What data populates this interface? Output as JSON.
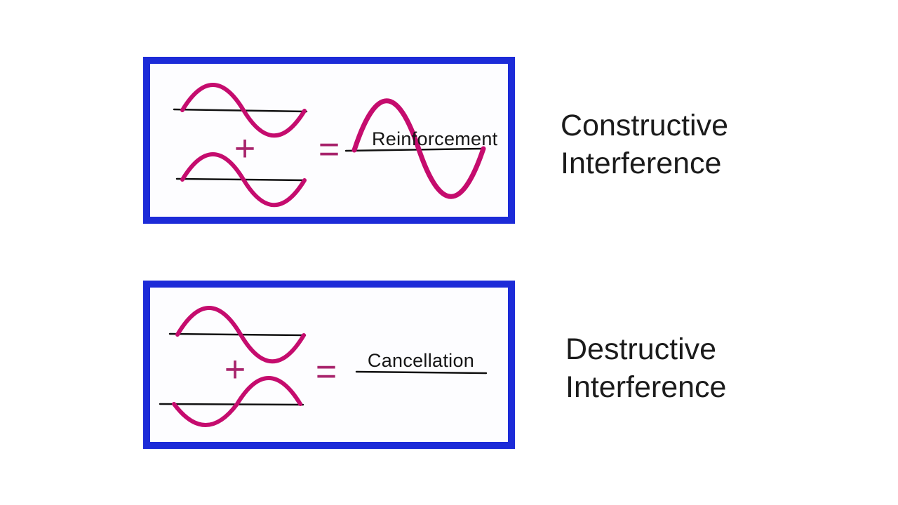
{
  "diagram": {
    "type": "wave-interference",
    "panels": [
      {
        "id": "constructive",
        "operator": "+",
        "equals": "=",
        "result_label": "Reinforcement",
        "result_wave": "large-amplitude sine (waves in phase add)",
        "caption_line1": "Constructive",
        "caption_line2": "Interference"
      },
      {
        "id": "destructive",
        "operator": "+",
        "equals": "=",
        "result_label": "Cancellation",
        "result_wave": "flat line (out-of-phase waves cancel)",
        "caption_line1": "Destructive",
        "caption_line2": "Interference"
      }
    ]
  },
  "colors": {
    "box_border_blue": "#1c2bd8",
    "wave_magenta": "#c50c6e",
    "operator_magenta": "#a8246c",
    "axis_black": "#111111",
    "caption_black": "#1b1b1b",
    "background": "#ffffff"
  }
}
